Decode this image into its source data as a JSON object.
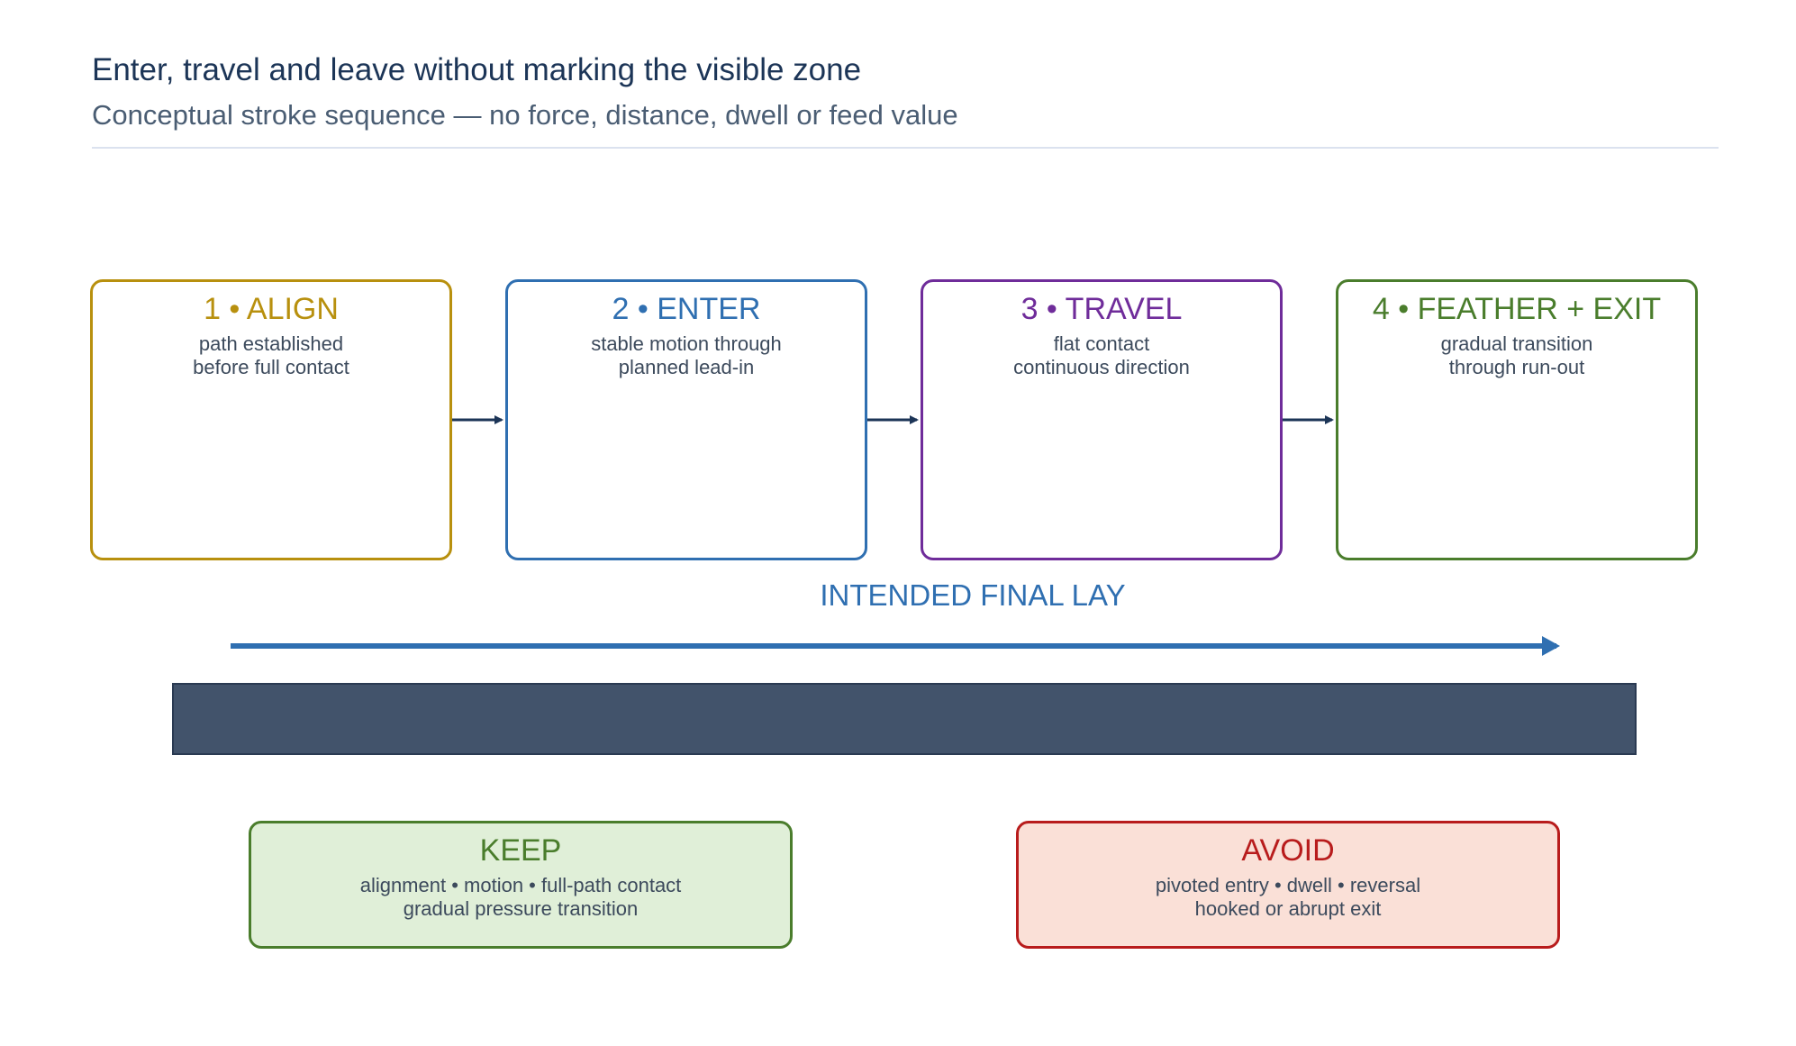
{
  "header": {
    "title": "Enter, travel and leave without marking the visible zone",
    "subtitle": "Conceptual stroke sequence — no force, distance, dwell or feed value"
  },
  "steps": [
    {
      "title": "1 • ALIGN",
      "line1": "path established",
      "line2": "before full contact"
    },
    {
      "title": "2 • ENTER",
      "line1": "stable motion through",
      "line2": "planned lead-in"
    },
    {
      "title": "3 • TRAVEL",
      "line1": "flat contact",
      "line2": "continuous direction"
    },
    {
      "title": "4 • FEATHER + EXIT",
      "line1": "gradual transition",
      "line2": "through run-out"
    }
  ],
  "lay": {
    "label": "INTENDED FINAL LAY"
  },
  "keep": {
    "title": "KEEP",
    "line1": "alignment • motion • full-path contact",
    "line2": "gradual pressure transition"
  },
  "avoid": {
    "title": "AVOID",
    "line1": "pivoted entry • dwell • reversal",
    "line2": "hooked or abrupt exit"
  },
  "colors": {
    "align": "#b8900e",
    "enter": "#2f6fb1",
    "travel": "#6f2c9a",
    "feather": "#4a7d2c",
    "arrow": "#1c3557",
    "zone": "#42536b",
    "keep_bg": "#e0efd8",
    "avoid_bg": "#fae0d7",
    "avoid": "#b81c1c"
  }
}
